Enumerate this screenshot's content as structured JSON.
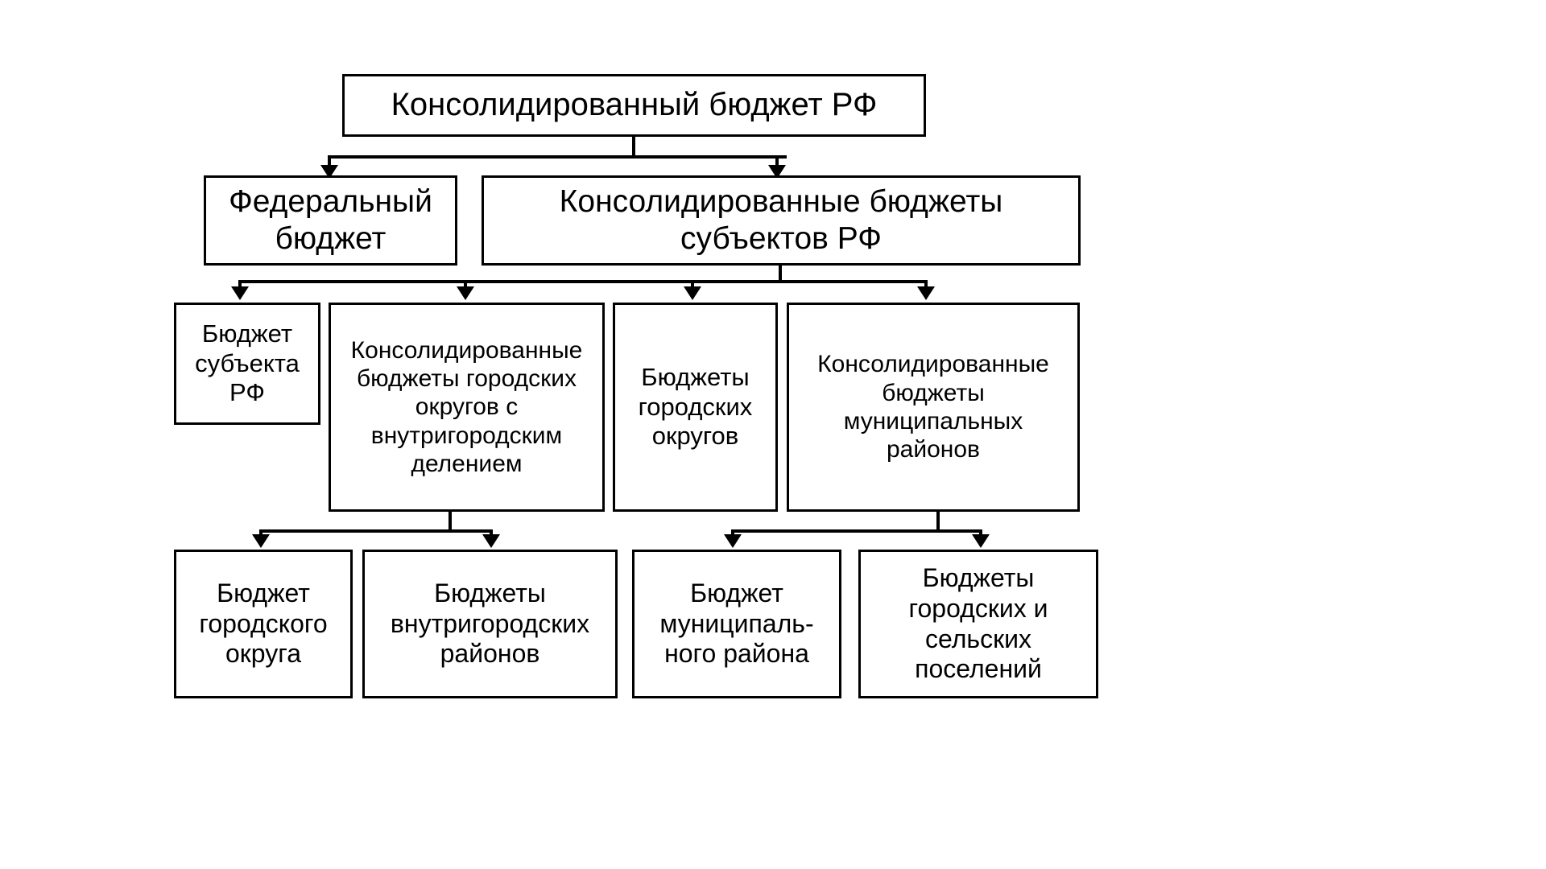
{
  "diagram": {
    "title": "Консолидированный бюджет РФ",
    "type": "hierarchy-tree",
    "levels": [
      {
        "level": 1,
        "nodes": [
          {
            "id": "root",
            "label": "Консолидированный бюджет РФ"
          }
        ]
      },
      {
        "level": 2,
        "nodes": [
          {
            "id": "federal",
            "label": "Федеральный\nбюджет"
          },
          {
            "id": "subjects",
            "label": "Консолидированные бюджеты\nсубъектов РФ"
          }
        ]
      },
      {
        "level": 3,
        "nodes": [
          {
            "id": "subject-budget",
            "label": "Бюджет\nсубъекта\nРФ"
          },
          {
            "id": "urban-districts-intra",
            "label": "Консолидированные\nбюджеты городских\nокругов с\nвнутригородским\nделением"
          },
          {
            "id": "urban-districts",
            "label": "Бюджеты\nгородских\nокругов"
          },
          {
            "id": "municipal-districts",
            "label": "Консолидированные\nбюджеты\nмуниципальных\nрайонов"
          }
        ]
      },
      {
        "level": 4,
        "nodes": [
          {
            "id": "urban-district-budget",
            "label": "Бюджет\nгородского\nокруга"
          },
          {
            "id": "intra-urban-districts",
            "label": "Бюджеты\nвнутригородских\nрайонов"
          },
          {
            "id": "municipal-district-budget",
            "label": "Бюджет\nмуниципаль-\nного района"
          },
          {
            "id": "settlements",
            "label": "Бюджеты\nгородских и\nсельских\nпоселений"
          }
        ]
      }
    ],
    "edges": [
      {
        "from": "root",
        "to": "federal"
      },
      {
        "from": "root",
        "to": "subjects"
      },
      {
        "from": "subjects",
        "to": "subject-budget"
      },
      {
        "from": "subjects",
        "to": "urban-districts-intra"
      },
      {
        "from": "subjects",
        "to": "urban-districts"
      },
      {
        "from": "subjects",
        "to": "municipal-districts"
      },
      {
        "from": "urban-districts-intra",
        "to": "urban-district-budget"
      },
      {
        "from": "urban-districts-intra",
        "to": "intra-urban-districts"
      },
      {
        "from": "municipal-districts",
        "to": "municipal-district-budget"
      },
      {
        "from": "municipal-districts",
        "to": "settlements"
      }
    ],
    "colors": {
      "border": "#000000",
      "fill": "#ffffff",
      "text": "#000000",
      "connector": "#000000"
    }
  }
}
